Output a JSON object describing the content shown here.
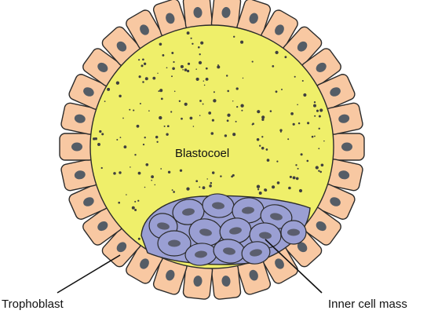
{
  "labels": {
    "blastocoel": "Blastocoel",
    "trophoblast": "Trophoblast",
    "inner_cell_mass": "Inner cell mass"
  },
  "colors": {
    "background": "#ffffff",
    "cell_fill": "#f8c8a2",
    "cell_stroke": "#2a2a2a",
    "nucleus_fill": "#555d66",
    "cavity_fill": "#efef6a",
    "dots": "#3f3f3f",
    "icm_fill": "#9a9fd3",
    "icm_nucleus": "#5b5e6e",
    "leader": "#111111"
  }
}
